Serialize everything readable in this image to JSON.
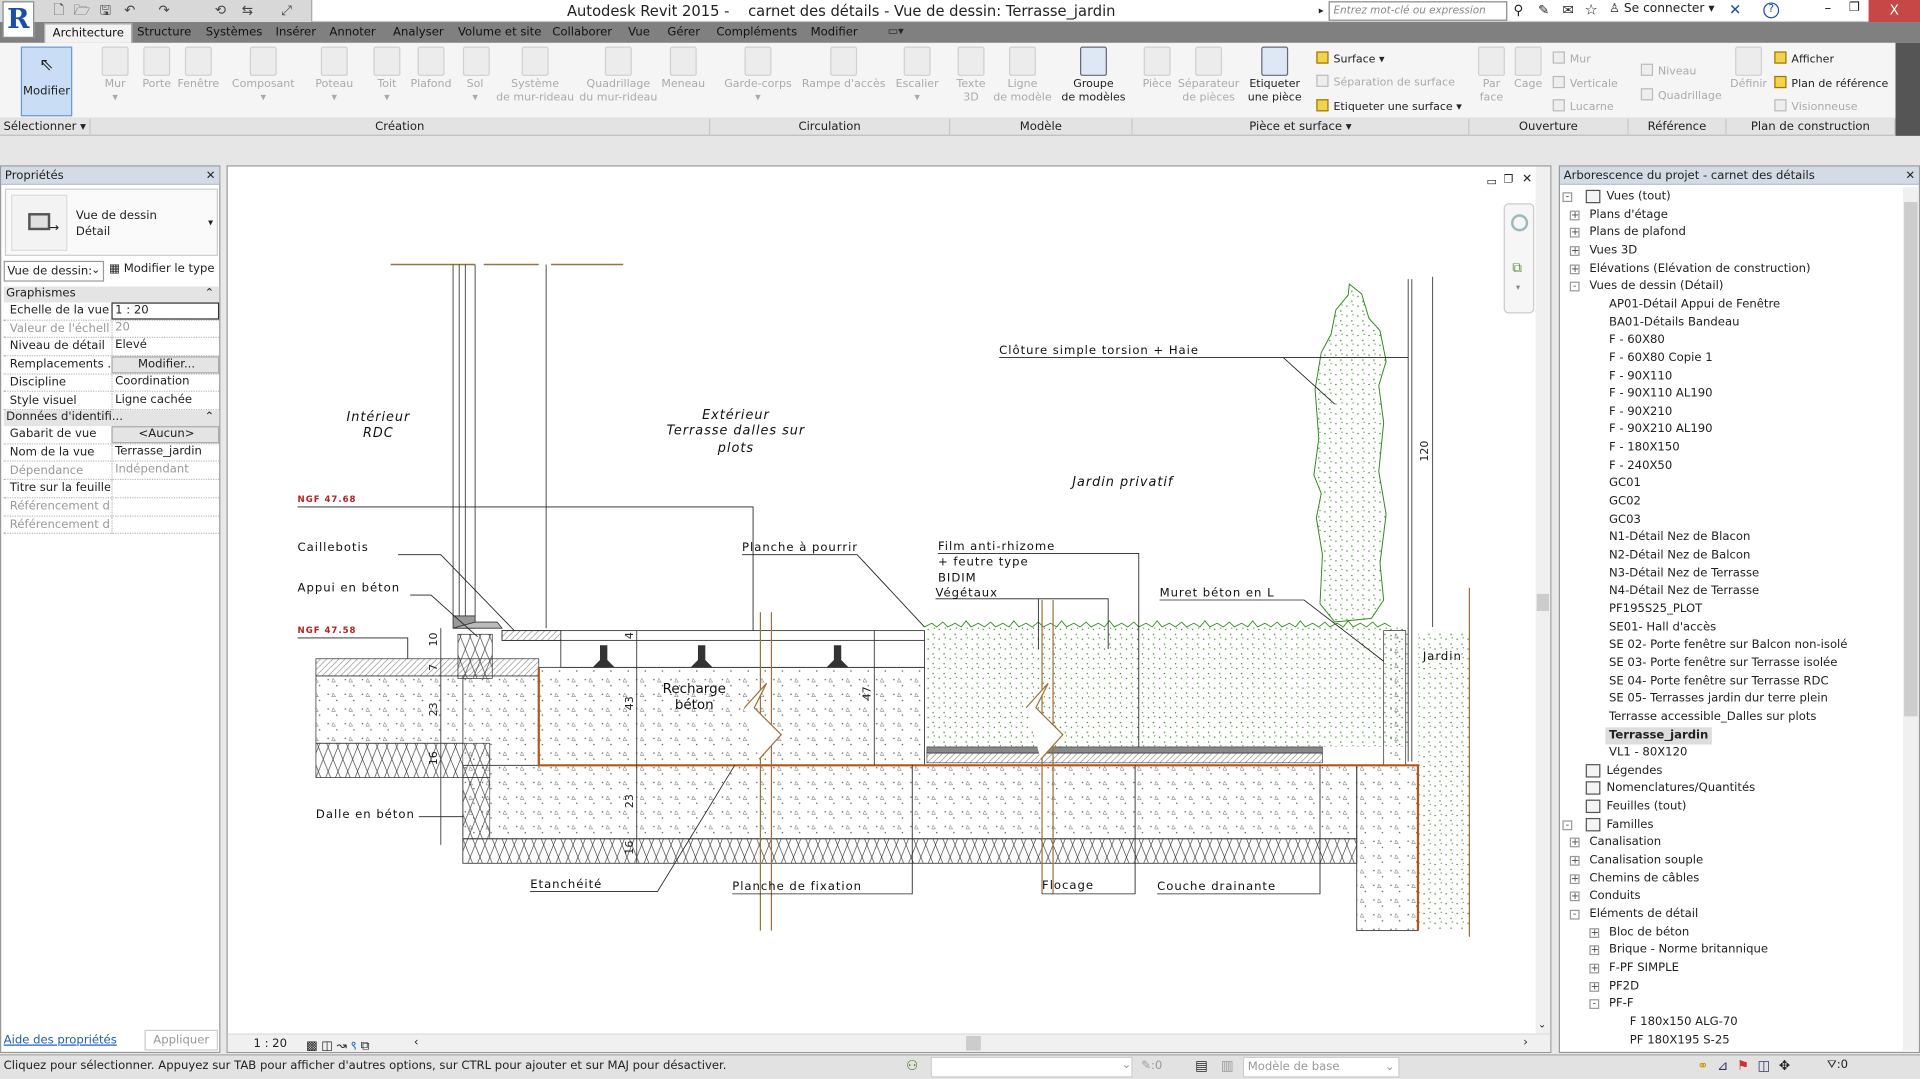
{
  "titlebar": {
    "title": "Autodesk Revit 2015 -    carnet des détails - Vue de dessin: Terrasse_jardin",
    "search_placeholder": "Entrez mot-clé ou expression",
    "sign_in": "Se connecter",
    "help": "?",
    "close": "X",
    "qat_icons": [
      "new-icon",
      "open-icon",
      "save-icon",
      "undo-icon",
      "redo-icon",
      "sync-icon",
      "measure-icon",
      "dimension-icon"
    ]
  },
  "ribbon": {
    "tabs": [
      "Architecture",
      "Structure",
      "Systèmes",
      "Insérer",
      "Annoter",
      "Analyser",
      "Volume et site",
      "Collaborer",
      "Vue",
      "Gérer",
      "Compléments",
      "Modifier"
    ],
    "active_tab": "Architecture",
    "modify_button": "Modifier",
    "buttons": [
      {
        "l1": "Mur",
        "l2": "▾",
        "en": false
      },
      {
        "l1": "Porte",
        "l2": "",
        "en": false
      },
      {
        "l1": "Fenêtre",
        "l2": "",
        "en": false
      },
      {
        "l1": "Composant",
        "l2": "▾",
        "en": false
      },
      {
        "l1": "Poteau",
        "l2": "▾",
        "en": false
      },
      {
        "l1": "Toit",
        "l2": "▾",
        "en": false
      },
      {
        "l1": "Plafond",
        "l2": "",
        "en": false
      },
      {
        "l1": "Sol",
        "l2": "▾",
        "en": false
      },
      {
        "l1": "Système",
        "l2": "de mur-rideau",
        "en": false
      },
      {
        "l1": "Quadrillage",
        "l2": "du mur-rideau",
        "en": false
      },
      {
        "l1": "Meneau",
        "l2": "",
        "en": false
      },
      {
        "l1": "Garde-corps",
        "l2": "▾",
        "en": false
      },
      {
        "l1": "Rampe d'accès",
        "l2": "",
        "en": false
      },
      {
        "l1": "Escalier",
        "l2": "▾",
        "en": false
      },
      {
        "l1": "Texte",
        "l2": "3D",
        "en": false
      },
      {
        "l1": "Ligne",
        "l2": "de modèle",
        "en": false
      },
      {
        "l1": "Groupe",
        "l2": "de modèles",
        "en": true
      },
      {
        "l1": "Pièce",
        "l2": "",
        "en": false
      },
      {
        "l1": "Séparateur",
        "l2": "de pièces",
        "en": false
      },
      {
        "l1": "Etiqueter",
        "l2": "une pièce",
        "en": true
      },
      {
        "l1": "Par",
        "l2": "face",
        "en": false
      },
      {
        "l1": "Cage",
        "l2": "",
        "en": false
      },
      {
        "l1": "Définir",
        "l2": "",
        "en": false
      }
    ],
    "small_buttons": [
      {
        "label": "Surface ▾",
        "en": true
      },
      {
        "label": "Séparation de surface",
        "en": false
      },
      {
        "label": "Etiqueter une surface ▾",
        "en": true
      },
      {
        "label": "Mur",
        "en": false
      },
      {
        "label": "Verticale",
        "en": false
      },
      {
        "label": "Lucarne",
        "en": false
      },
      {
        "label": "Niveau",
        "en": false
      },
      {
        "label": "Quadrillage",
        "en": false
      },
      {
        "label": "Afficher",
        "en": true
      },
      {
        "label": "Plan de référence",
        "en": true
      },
      {
        "label": "Visionneuse",
        "en": false
      }
    ],
    "groups": [
      "Sélectionner ▾",
      "Création",
      "Circulation",
      "Modèle",
      "Pièce et surface ▾",
      "Ouverture",
      "Référence",
      "Plan de construction"
    ]
  },
  "properties": {
    "title": "Propriétés",
    "type_line1": "Vue de dessin",
    "type_line2": "Détail",
    "instance_select": "Vue de dessin:",
    "edit_type": "Modifier le type",
    "sections": [
      {
        "name": "Graphismes",
        "rows": [
          {
            "label": "Echelle de la vue",
            "value": "1 : 20",
            "kind": "input"
          },
          {
            "label": "Valeur de l'échell...",
            "value": "20",
            "kind": "disabled"
          },
          {
            "label": "Niveau de détail",
            "value": "Elevé",
            "kind": "text"
          },
          {
            "label": "Remplacements ...",
            "value": "Modifier...",
            "kind": "button"
          },
          {
            "label": "Discipline",
            "value": "Coordination",
            "kind": "text"
          },
          {
            "label": "Style visuel",
            "value": "Ligne cachée",
            "kind": "text"
          }
        ]
      },
      {
        "name": "Données d'identifi...",
        "rows": [
          {
            "label": "Gabarit de vue",
            "value": "<Aucun>",
            "kind": "button"
          },
          {
            "label": "Nom de la vue",
            "value": "Terrasse_jardin",
            "kind": "text"
          },
          {
            "label": "Dépendance",
            "value": "Indépendant",
            "kind": "disabled"
          },
          {
            "label": "Titre sur la feuille",
            "value": "",
            "kind": "text"
          },
          {
            "label": "Référencement d...",
            "value": "",
            "kind": "disabled"
          },
          {
            "label": "Référencement d...",
            "value": "",
            "kind": "disabled"
          }
        ]
      }
    ],
    "help_link": "Aide des propriétés",
    "apply": "Appliquer"
  },
  "browser": {
    "title": "Arborescence du projet - carnet des détails",
    "items": [
      {
        "label": "Vues (tout)",
        "level": 0,
        "exp": "-",
        "icon": "views"
      },
      {
        "label": "Plans d'étage",
        "level": 1,
        "exp": "+"
      },
      {
        "label": "Plans de plafond",
        "level": 1,
        "exp": "+"
      },
      {
        "label": "Vues 3D",
        "level": 1,
        "exp": "+"
      },
      {
        "label": "Elévations (Elévation de construction)",
        "level": 1,
        "exp": "+"
      },
      {
        "label": "Vues de dessin (Détail)",
        "level": 1,
        "exp": "-"
      },
      {
        "label": "AP01-Détail Appui de Fenêtre",
        "level": 2
      },
      {
        "label": "BA01-Détails Bandeau",
        "level": 2
      },
      {
        "label": "F - 60X80",
        "level": 2
      },
      {
        "label": "F - 60X80 Copie 1",
        "level": 2
      },
      {
        "label": "F - 90X110",
        "level": 2
      },
      {
        "label": "F - 90X110 AL190",
        "level": 2
      },
      {
        "label": "F - 90X210",
        "level": 2
      },
      {
        "label": "F - 90X210 AL190",
        "level": 2
      },
      {
        "label": "F - 180X150",
        "level": 2
      },
      {
        "label": "F - 240X50",
        "level": 2
      },
      {
        "label": "GC01",
        "level": 2
      },
      {
        "label": "GC02",
        "level": 2
      },
      {
        "label": "GC03",
        "level": 2
      },
      {
        "label": "N1-Détail Nez de Blacon",
        "level": 2
      },
      {
        "label": "N2-Détail Nez de Balcon",
        "level": 2
      },
      {
        "label": "N3-Détail Nez de Terrasse",
        "level": 2
      },
      {
        "label": "N4-Détail Nez de Terrasse",
        "level": 2
      },
      {
        "label": "PF195S25_PLOT",
        "level": 2
      },
      {
        "label": "SE01- Hall d'accès",
        "level": 2
      },
      {
        "label": "SE 02- Porte fenêtre sur Balcon non-isolé",
        "level": 2
      },
      {
        "label": "SE 03- Porte fenêtre sur Terrasse isolée",
        "level": 2
      },
      {
        "label": "SE 04- Porte fenêtre sur Terrasse RDC",
        "level": 2
      },
      {
        "label": "SE 05- Terrasses jardin dur terre plein",
        "level": 2
      },
      {
        "label": "Terrasse accessible_Dalles sur plots",
        "level": 2
      },
      {
        "label": "Terrasse_jardin",
        "level": 2,
        "selected": true
      },
      {
        "label": "VL1 - 80X120",
        "level": 2
      },
      {
        "label": "Légendes",
        "level": 0,
        "icon": "legend"
      },
      {
        "label": "Nomenclatures/Quantités",
        "level": 0,
        "icon": "schedule"
      },
      {
        "label": "Feuilles (tout)",
        "level": 0,
        "icon": "sheet"
      },
      {
        "label": "Familles",
        "level": 0,
        "exp": "-",
        "icon": "family"
      },
      {
        "label": "Canalisation",
        "level": 1,
        "exp": "+"
      },
      {
        "label": "Canalisation souple",
        "level": 1,
        "exp": "+"
      },
      {
        "label": "Chemins de câbles",
        "level": 1,
        "exp": "+"
      },
      {
        "label": "Conduits",
        "level": 1,
        "exp": "+"
      },
      {
        "label": "Eléments de détail",
        "level": 1,
        "exp": "-"
      },
      {
        "label": "Bloc de béton",
        "level": 2,
        "exp": "+"
      },
      {
        "label": "Brique - Norme britannique",
        "level": 2,
        "exp": "+"
      },
      {
        "label": "F-PF SIMPLE",
        "level": 2,
        "exp": "+"
      },
      {
        "label": "PF2D",
        "level": 2,
        "exp": "+"
      },
      {
        "label": "PF-F",
        "level": 2,
        "exp": "-"
      },
      {
        "label": "F 180x150 ALG-70",
        "level": 3
      },
      {
        "label": "PF 180X195 S-25",
        "level": 3
      }
    ]
  },
  "drawing": {
    "labels": {
      "interior_1": "Intérieur",
      "interior_2": "RDC",
      "exterior_1": "Extérieur",
      "exterior_2": "Terrasse dalles sur",
      "exterior_3": "plots",
      "garden": "Jardin privatif",
      "fence": "Clôture simple torsion + Haie",
      "ngf_high": "NGF 47.68",
      "ngf_low": "NGF 47.58",
      "grating": "Caillebotis",
      "sill": "Appui en béton",
      "rot_board": "Planche à pourrir",
      "film_1": "Film anti-rhizome",
      "film_2": "+ feutre type",
      "film_3": "BIDIM",
      "plants": "Végétaux",
      "wall": "Muret béton en L",
      "jardin": "Jardin",
      "recharge_1": "Recharge",
      "recharge_2": "béton",
      "slab": "Dalle en béton",
      "waterproofing": "Etanchéité",
      "fixing_board": "Planche de fixation",
      "flocking": "Flocage",
      "drainage": "Couche drainante"
    },
    "dims": {
      "d10": "10",
      "d7": "7",
      "d23a": "23",
      "d16a": "16",
      "d4": "4",
      "d43": "43",
      "d47": "47",
      "d23b": "23",
      "d16b": "16",
      "d120": "120"
    },
    "colors": {
      "level": "#b22222",
      "waterproof": "#c0621a",
      "vegetation": "#2e8b1e",
      "cut_line": "#a0703c"
    }
  },
  "viewbar": {
    "scale": "1 : 20"
  },
  "status": {
    "message": "Cliquez pour sélectionner. Appuyez sur TAB pour afficher d'autres options, sur CTRL pour ajouter et sur MAJ pour désactiver.",
    "counter": ":0",
    "model": "Modèle de base",
    "filter": ":0"
  }
}
